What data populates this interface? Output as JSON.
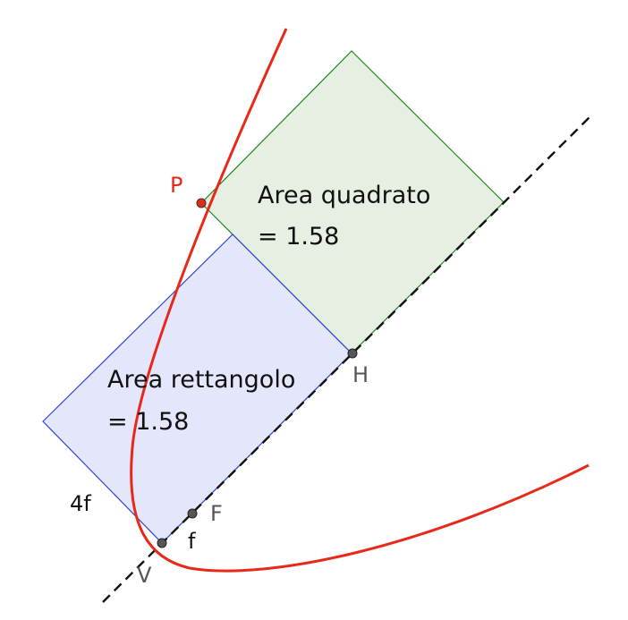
{
  "points": {
    "P": "P",
    "H": "H",
    "F": "F",
    "V": "V"
  },
  "segment_labels": {
    "f": "f",
    "side_4f": "4f"
  },
  "square": {
    "area_label": "Area quadrato",
    "area_value": "= 1.58"
  },
  "rectangle": {
    "area_label": "Area rettangolo",
    "area_value": "= 1.58"
  },
  "colors": {
    "parabola": "#e8291a",
    "square_stroke": "#1e8a1e",
    "square_fill": "#e6efe2",
    "rectangle_stroke": "#2b44d6",
    "rectangle_fill": "#e4e6fb",
    "axis": "#111111",
    "point_fill": "#555555",
    "point_P_fill": "#e8291a",
    "label_P": "#e8291a",
    "label_gray": "#555555"
  }
}
